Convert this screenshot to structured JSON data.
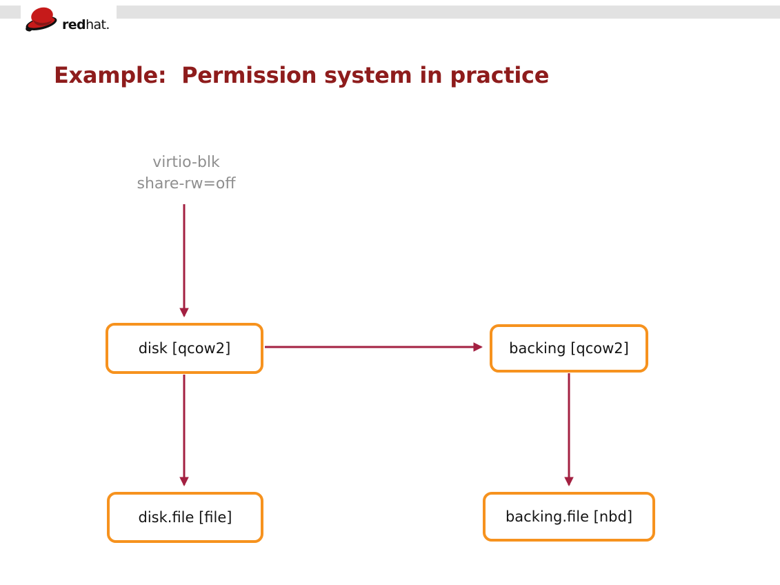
{
  "colors": {
    "title": "#8e1c1c",
    "arrow": "#a32041",
    "node_border": "#f6921e",
    "annotation": "#8f8f8f",
    "top_band": "#e2e2e2",
    "hat_red": "#c61a1a"
  },
  "header": {
    "logo": {
      "brand_bold": "red",
      "brand_rest": "hat."
    },
    "title": "Example:  Permission system in practice"
  },
  "diagram": {
    "annotation": {
      "line1": "virtio-blk",
      "line2": "share-rw=off"
    },
    "nodes": [
      {
        "id": "disk",
        "label": "disk [qcow2]"
      },
      {
        "id": "backing",
        "label": "backing [qcow2]"
      },
      {
        "id": "disk_file",
        "label": "disk.file [file]"
      },
      {
        "id": "backing_file",
        "label": "backing.file [nbd]"
      }
    ],
    "edges": [
      {
        "from": "virtio-blk share-rw=off",
        "to": "disk [qcow2]"
      },
      {
        "from": "disk [qcow2]",
        "to": "backing [qcow2]"
      },
      {
        "from": "disk [qcow2]",
        "to": "disk.file [file]"
      },
      {
        "from": "backing [qcow2]",
        "to": "backing.file [nbd]"
      }
    ]
  }
}
